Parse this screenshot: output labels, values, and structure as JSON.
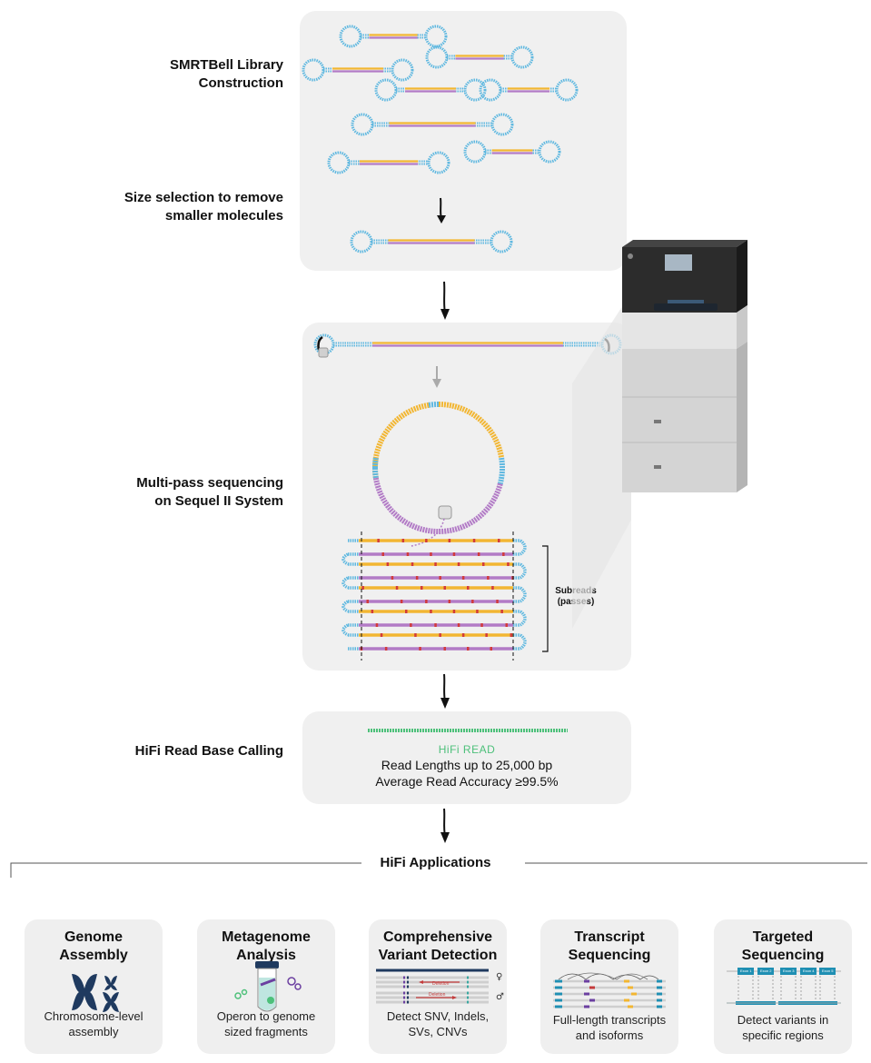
{
  "steps": {
    "library": "SMRTBell Library\nConstruction",
    "size_selection": "Size selection to remove\nsmaller molecules",
    "multipass": "Multi-pass sequencing\non Sequel II System",
    "basecalling": "HiFi Read Base Calling"
  },
  "subreads_label": "Subreads\n(passes)",
  "hifi_read": {
    "label": "HiFi READ",
    "read_lengths": "Read Lengths up to 25,000 bp",
    "accuracy": "Average Read Accuracy ≥99.5%"
  },
  "applications": {
    "title": "HiFi Applications",
    "items": [
      {
        "title": "Genome\nAssembly",
        "desc": "Chromosome-level\nassembly",
        "icon": "chromosome-icon"
      },
      {
        "title": "Metagenome\nAnalysis",
        "desc": "Operon to genome\nsized fragments",
        "icon": "test-tube-icon"
      },
      {
        "title": "Comprehensive\nVariant Detection",
        "desc": "Detect SNV, Indels,\nSVs, CNVs",
        "icon": "variant-alignment-icon",
        "deletion_label": "Deletion"
      },
      {
        "title": "Transcript\nSequencing",
        "desc": "Full-length transcripts\nand isoforms",
        "icon": "isoform-icon"
      },
      {
        "title": "Targeted\nSequencing",
        "desc": "Detect variants in\nspecific regions",
        "icon": "exon-target-icon",
        "exon_labels": [
          "Exon 1",
          "Exon 2",
          "Exon 3",
          "Exon 4",
          "Exon 5"
        ]
      }
    ]
  },
  "colors": {
    "dna_blue": "#5fb8e0",
    "insert_orange": "#f2b632",
    "insert_purple": "#b27bc6",
    "error_red": "#d23b3b",
    "hifi_green": "#4dc07a",
    "panel_gray": "#f0f0f0"
  }
}
